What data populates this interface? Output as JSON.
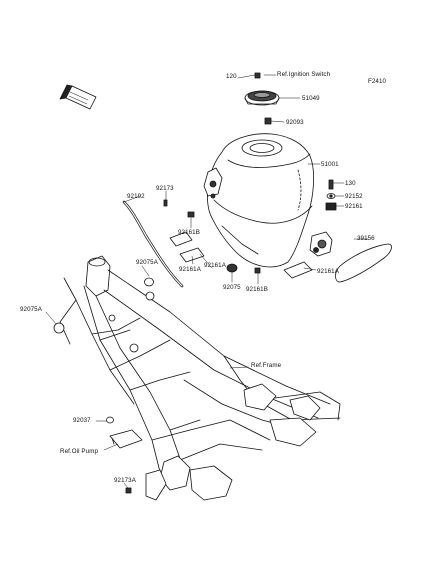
{
  "diagram": {
    "figure_code": "F2410",
    "front_marker": "FRONT",
    "parts": {
      "p120": "120",
      "p51049": "51049",
      "p92093": "92093",
      "p51001": "51001",
      "p130": "130",
      "p92152": "92152",
      "p92161": "92161",
      "p39156": "39156",
      "p92192": "92192",
      "p92173": "92173",
      "p92161B_a": "92161B",
      "p92161A_a": "92161A",
      "p92161A_b": "92161A",
      "p92161A_c": "92161A",
      "p92075": "92075",
      "p92161B_b": "92161B",
      "p92075A_a": "92075A",
      "p92075A_b": "92075A",
      "p92037": "92037",
      "p92173A": "92173A"
    },
    "refs": {
      "ignition_switch": "Ref.Ignition Switch",
      "frame": "Ref.Frame",
      "oil_pump": "Ref.Oil Pump"
    }
  }
}
